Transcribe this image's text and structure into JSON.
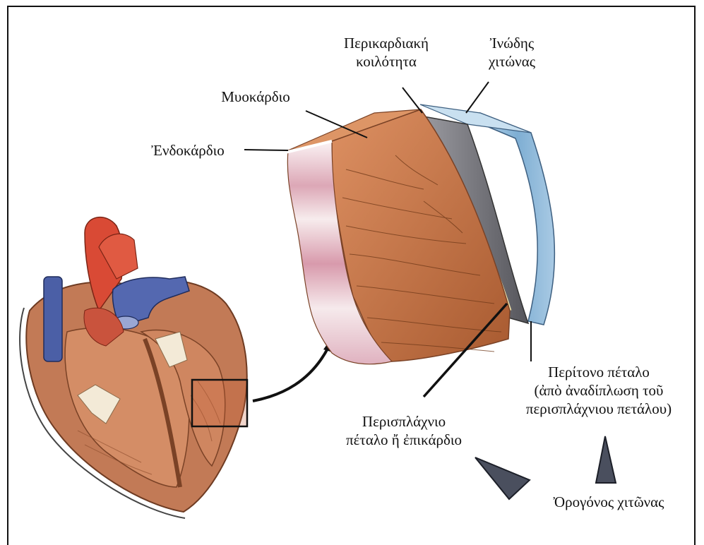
{
  "labels": {
    "pericardial_cavity": [
      "Περικαρδιακή",
      "κοιλότητα"
    ],
    "fibrous_layer": [
      "Ἰνώδης",
      "χιτώνας"
    ],
    "myocardium": "Μυοκάρδιο",
    "endocardium": "Ἐνδοκάρδιο",
    "parietal_layer": [
      "Περίτονο πέταλο",
      "(ἀπὸ ἀναδίπλωση τοῦ",
      "περισπλάχνιου πετάλου)"
    ],
    "visceral_layer": [
      "Περισπλάχνιο",
      "πέταλο ἤ ἐπικάρδιο"
    ],
    "serous_layer": "Ὀρογόνος χιτῶνας"
  },
  "colors": {
    "muscle": "#b8683a",
    "muscle_light": "#d68a57",
    "endo": "#f2e6e8",
    "endo_pink": "#d9a0b0",
    "fibrous": "#8fb9d8",
    "serous": "#6d6d72",
    "artery": "#d94a35",
    "vein": "#4b5fa6",
    "pointer": "#4a4f5e"
  }
}
